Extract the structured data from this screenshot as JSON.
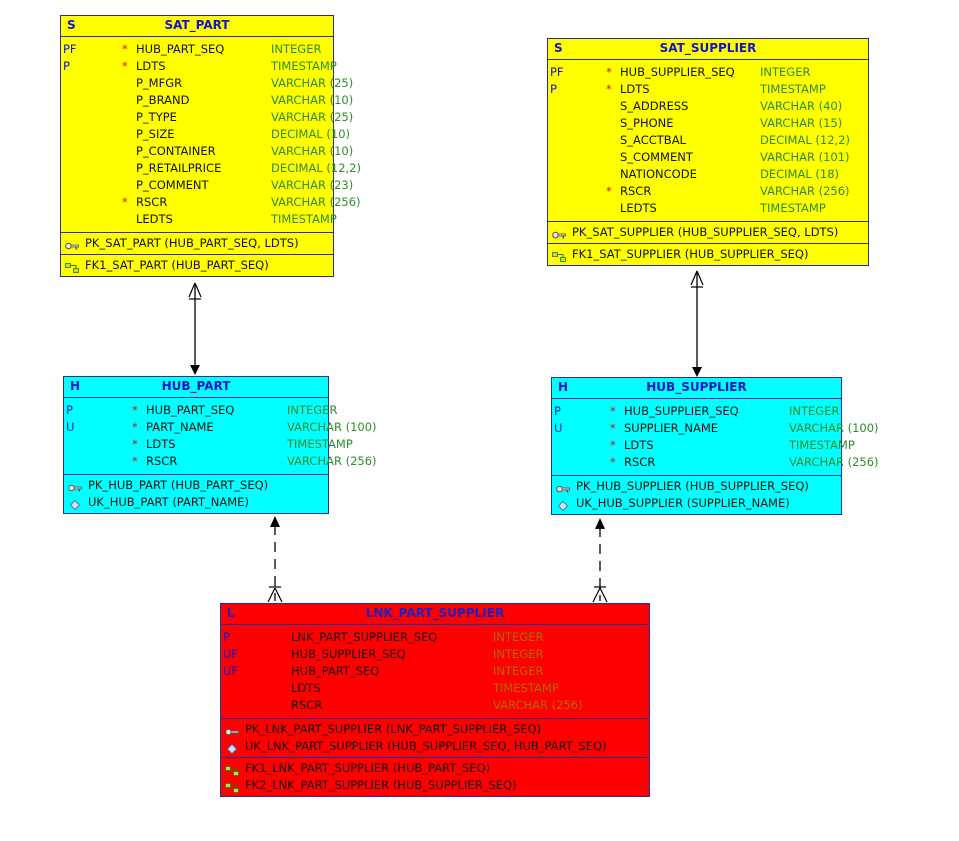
{
  "entities": {
    "sat_part": {
      "type": "S",
      "name": "SAT_PART",
      "columns": [
        {
          "flag": "PF",
          "req": "*",
          "name": "HUB_PART_SEQ",
          "type": "INTEGER"
        },
        {
          "flag": "P",
          "req": "*",
          "name": "LDTS",
          "type": "TIMESTAMP"
        },
        {
          "flag": "",
          "req": "",
          "name": "P_MFGR",
          "type": "VARCHAR (25)"
        },
        {
          "flag": "",
          "req": "",
          "name": "P_BRAND",
          "type": "VARCHAR (10)"
        },
        {
          "flag": "",
          "req": "",
          "name": "P_TYPE",
          "type": "VARCHAR (25)"
        },
        {
          "flag": "",
          "req": "",
          "name": "P_SIZE",
          "type": "DECIMAL (10)"
        },
        {
          "flag": "",
          "req": "",
          "name": "P_CONTAINER",
          "type": "VARCHAR (10)"
        },
        {
          "flag": "",
          "req": "",
          "name": "P_RETAILPRICE",
          "type": "DECIMAL (12,2)"
        },
        {
          "flag": "",
          "req": "",
          "name": "P_COMMENT",
          "type": "VARCHAR (23)"
        },
        {
          "flag": "",
          "req": "*",
          "name": "RSCR",
          "type": "VARCHAR (256)"
        },
        {
          "flag": "",
          "req": "",
          "name": "LEDTS",
          "type": "TIMESTAMP"
        }
      ],
      "pk": [
        {
          "icon": "pk-key-icon",
          "text": "PK_SAT_PART (HUB_PART_SEQ, LDTS)"
        }
      ],
      "fk": [
        {
          "icon": "fk-icon",
          "text": "FK1_SAT_PART (HUB_PART_SEQ)"
        }
      ]
    },
    "sat_supplier": {
      "type": "S",
      "name": "SAT_SUPPLIER",
      "columns": [
        {
          "flag": "PF",
          "req": "*",
          "name": "HUB_SUPPLIER_SEQ",
          "type": "INTEGER"
        },
        {
          "flag": "P",
          "req": "*",
          "name": "LDTS",
          "type": "TIMESTAMP"
        },
        {
          "flag": "",
          "req": "",
          "name": "S_ADDRESS",
          "type": "VARCHAR (40)"
        },
        {
          "flag": "",
          "req": "",
          "name": "S_PHONE",
          "type": "VARCHAR (15)"
        },
        {
          "flag": "",
          "req": "",
          "name": "S_ACCTBAL",
          "type": "DECIMAL (12,2)"
        },
        {
          "flag": "",
          "req": "",
          "name": "S_COMMENT",
          "type": "VARCHAR (101)"
        },
        {
          "flag": "",
          "req": "",
          "name": "NATIONCODE",
          "type": "DECIMAL (18)"
        },
        {
          "flag": "",
          "req": "*",
          "name": "RSCR",
          "type": "VARCHAR (256)"
        },
        {
          "flag": "",
          "req": "",
          "name": "LEDTS",
          "type": "TIMESTAMP"
        }
      ],
      "pk": [
        {
          "icon": "pk-key-icon",
          "text": "PK_SAT_SUPPLIER (HUB_SUPPLIER_SEQ, LDTS)"
        }
      ],
      "fk": [
        {
          "icon": "fk-icon",
          "text": "FK1_SAT_SUPPLIER (HUB_SUPPLIER_SEQ)"
        }
      ]
    },
    "hub_part": {
      "type": "H",
      "name": "HUB_PART",
      "columns": [
        {
          "flag": "P",
          "req": "*",
          "name": "HUB_PART_SEQ",
          "type": "INTEGER"
        },
        {
          "flag": "U",
          "req": "*",
          "name": "PART_NAME",
          "type": "VARCHAR (100)"
        },
        {
          "flag": "",
          "req": "*",
          "name": "LDTS",
          "type": "TIMESTAMP"
        },
        {
          "flag": "",
          "req": "*",
          "name": "RSCR",
          "type": "VARCHAR (256)"
        }
      ],
      "pk": [
        {
          "icon": "pk-key-icon",
          "text": "PK_HUB_PART (HUB_PART_SEQ)"
        },
        {
          "icon": "uk-diamond-icon",
          "text": "UK_HUB_PART (PART_NAME)"
        }
      ],
      "fk": []
    },
    "hub_supplier": {
      "type": "H",
      "name": "HUB_SUPPLIER",
      "columns": [
        {
          "flag": "P",
          "req": "*",
          "name": "HUB_SUPPLIER_SEQ",
          "type": "INTEGER"
        },
        {
          "flag": "U",
          "req": "*",
          "name": "SUPPLIER_NAME",
          "type": "VARCHAR (100)"
        },
        {
          "flag": "",
          "req": "*",
          "name": "LDTS",
          "type": "TIMESTAMP"
        },
        {
          "flag": "",
          "req": "*",
          "name": "RSCR",
          "type": "VARCHAR (256)"
        }
      ],
      "pk": [
        {
          "icon": "pk-key-icon",
          "text": "PK_HUB_SUPPLIER (HUB_SUPPLIER_SEQ)"
        },
        {
          "icon": "uk-diamond-icon",
          "text": "UK_HUB_SUPPLIER (SUPPLIER_NAME)"
        }
      ],
      "fk": []
    },
    "lnk_part_supplier": {
      "type": "L",
      "name": "LNK_PART_SUPPLIER",
      "columns": [
        {
          "flag": "P",
          "req": "",
          "name": "LNK_PART_SUPPLIER_SEQ",
          "type": "INTEGER"
        },
        {
          "flag": "UF",
          "req": "",
          "name": "HUB_SUPPLIER_SEQ",
          "type": "INTEGER"
        },
        {
          "flag": "UF",
          "req": "",
          "name": "HUB_PART_SEQ",
          "type": "INTEGER"
        },
        {
          "flag": "",
          "req": "",
          "name": "LDTS",
          "type": "TIMESTAMP"
        },
        {
          "flag": "",
          "req": "",
          "name": "RSCR",
          "type": "VARCHAR (256)"
        }
      ],
      "pk": [
        {
          "icon": "pk-key-icon",
          "text": "PK_LNK_PART_SUPPLIER (LNK_PART_SUPPLIER_SEQ)"
        },
        {
          "icon": "uk-diamond-icon",
          "text": "UK_LNK_PART_SUPPLIER (HUB_SUPPLIER_SEQ, HUB_PART_SEQ)"
        }
      ],
      "fk": [
        {
          "icon": "fk-icon",
          "text": "FK1_LNK_PART_SUPPLIER (HUB_PART_SEQ)"
        },
        {
          "icon": "fk-icon",
          "text": "FK2_LNK_PART_SUPPLIER (HUB_SUPPLIER_SEQ)"
        }
      ]
    }
  },
  "relationships": [
    {
      "from": "sat_part",
      "to": "hub_part",
      "style": "solid"
    },
    {
      "from": "sat_supplier",
      "to": "hub_supplier",
      "style": "solid"
    },
    {
      "from": "lnk_part_supplier",
      "to": "hub_part",
      "style": "dashed"
    },
    {
      "from": "lnk_part_supplier",
      "to": "hub_supplier",
      "style": "dashed"
    }
  ],
  "colors": {
    "satellite": "#ffff00",
    "hub": "#00ffff",
    "link": "#ff0000",
    "border": "#2b2b9a",
    "header_text": "#1515c8",
    "type_text": "#2e8b2e",
    "link_type_text": "#a66d00"
  }
}
